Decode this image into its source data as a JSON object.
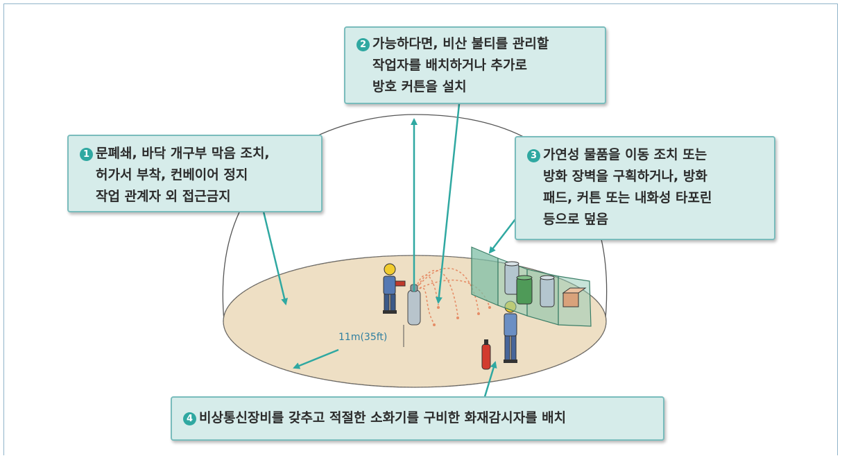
{
  "callouts": {
    "c1": {
      "number": "1",
      "lines": [
        "문폐쇄, 바닥 개구부 막음 조치,",
        "허가서 부착, 컨베이어 정지",
        "작업 관계자 외 접근금지"
      ]
    },
    "c2": {
      "number": "2",
      "lines": [
        "가능하다면, 비산 불티를 관리할",
        "작업자를 배치하거나 추가로",
        "방호 커튼을 설치"
      ]
    },
    "c3": {
      "number": "3",
      "lines": [
        "가연성 물품을 이동 조치 또는",
        "방화 장벽을 구획하거나, 방화",
        "패드, 커튼 또는 내화성 타포린",
        "등으로 덮음"
      ]
    },
    "c4": {
      "number": "4",
      "lines": [
        "비상통신장비를 갖추고 적절한 소화기를 구비한 화재감시자를 배치"
      ]
    }
  },
  "distance_label": "11m(35ft)",
  "colors": {
    "box_fill": "#d6ecea",
    "box_border": "#79bcbc",
    "arrow": "#2fa8a1",
    "floor": "#eedfc4",
    "dome": "#555555"
  }
}
